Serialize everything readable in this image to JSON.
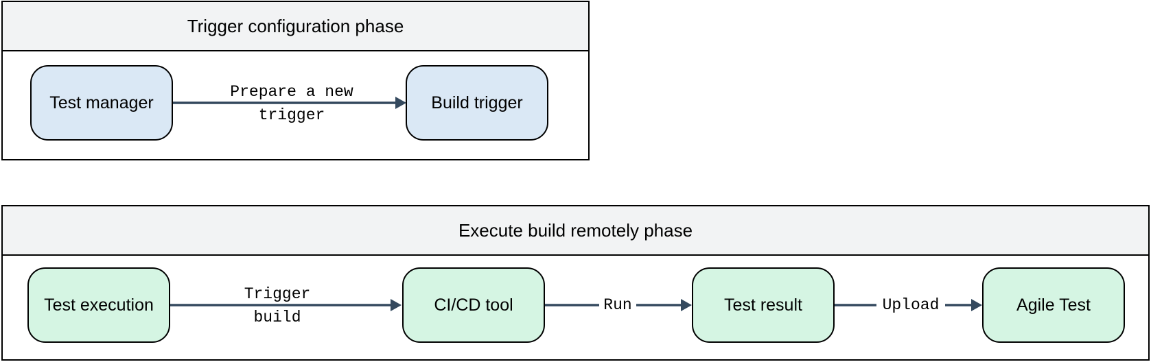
{
  "phases": [
    {
      "title": "Trigger configuration phase",
      "nodes": [
        {
          "label": "Test manager",
          "fill": "#dae8f5"
        },
        {
          "label": "Build trigger",
          "fill": "#dae8f5"
        }
      ],
      "edges": [
        {
          "from": "Test manager",
          "to": "Build trigger",
          "label": "Prepare a new\ntrigger"
        }
      ]
    },
    {
      "title": "Execute build remotely phase",
      "nodes": [
        {
          "label": "Test execution",
          "fill": "#d5f5e3"
        },
        {
          "label": "CI/CD tool",
          "fill": "#d5f5e3"
        },
        {
          "label": "Test result",
          "fill": "#d5f5e3"
        },
        {
          "label": "Agile Test",
          "fill": "#d5f5e3"
        }
      ],
      "edges": [
        {
          "from": "Test execution",
          "to": "CI/CD tool",
          "label": "Trigger\nbuild"
        },
        {
          "from": "CI/CD tool",
          "to": "Test result",
          "label": "Run"
        },
        {
          "from": "Test result",
          "to": "Agile Test",
          "label": "Upload"
        }
      ]
    }
  ],
  "colors": {
    "edge": "#34495e",
    "header_fill": "#f2f3f4",
    "border": "#000000"
  }
}
